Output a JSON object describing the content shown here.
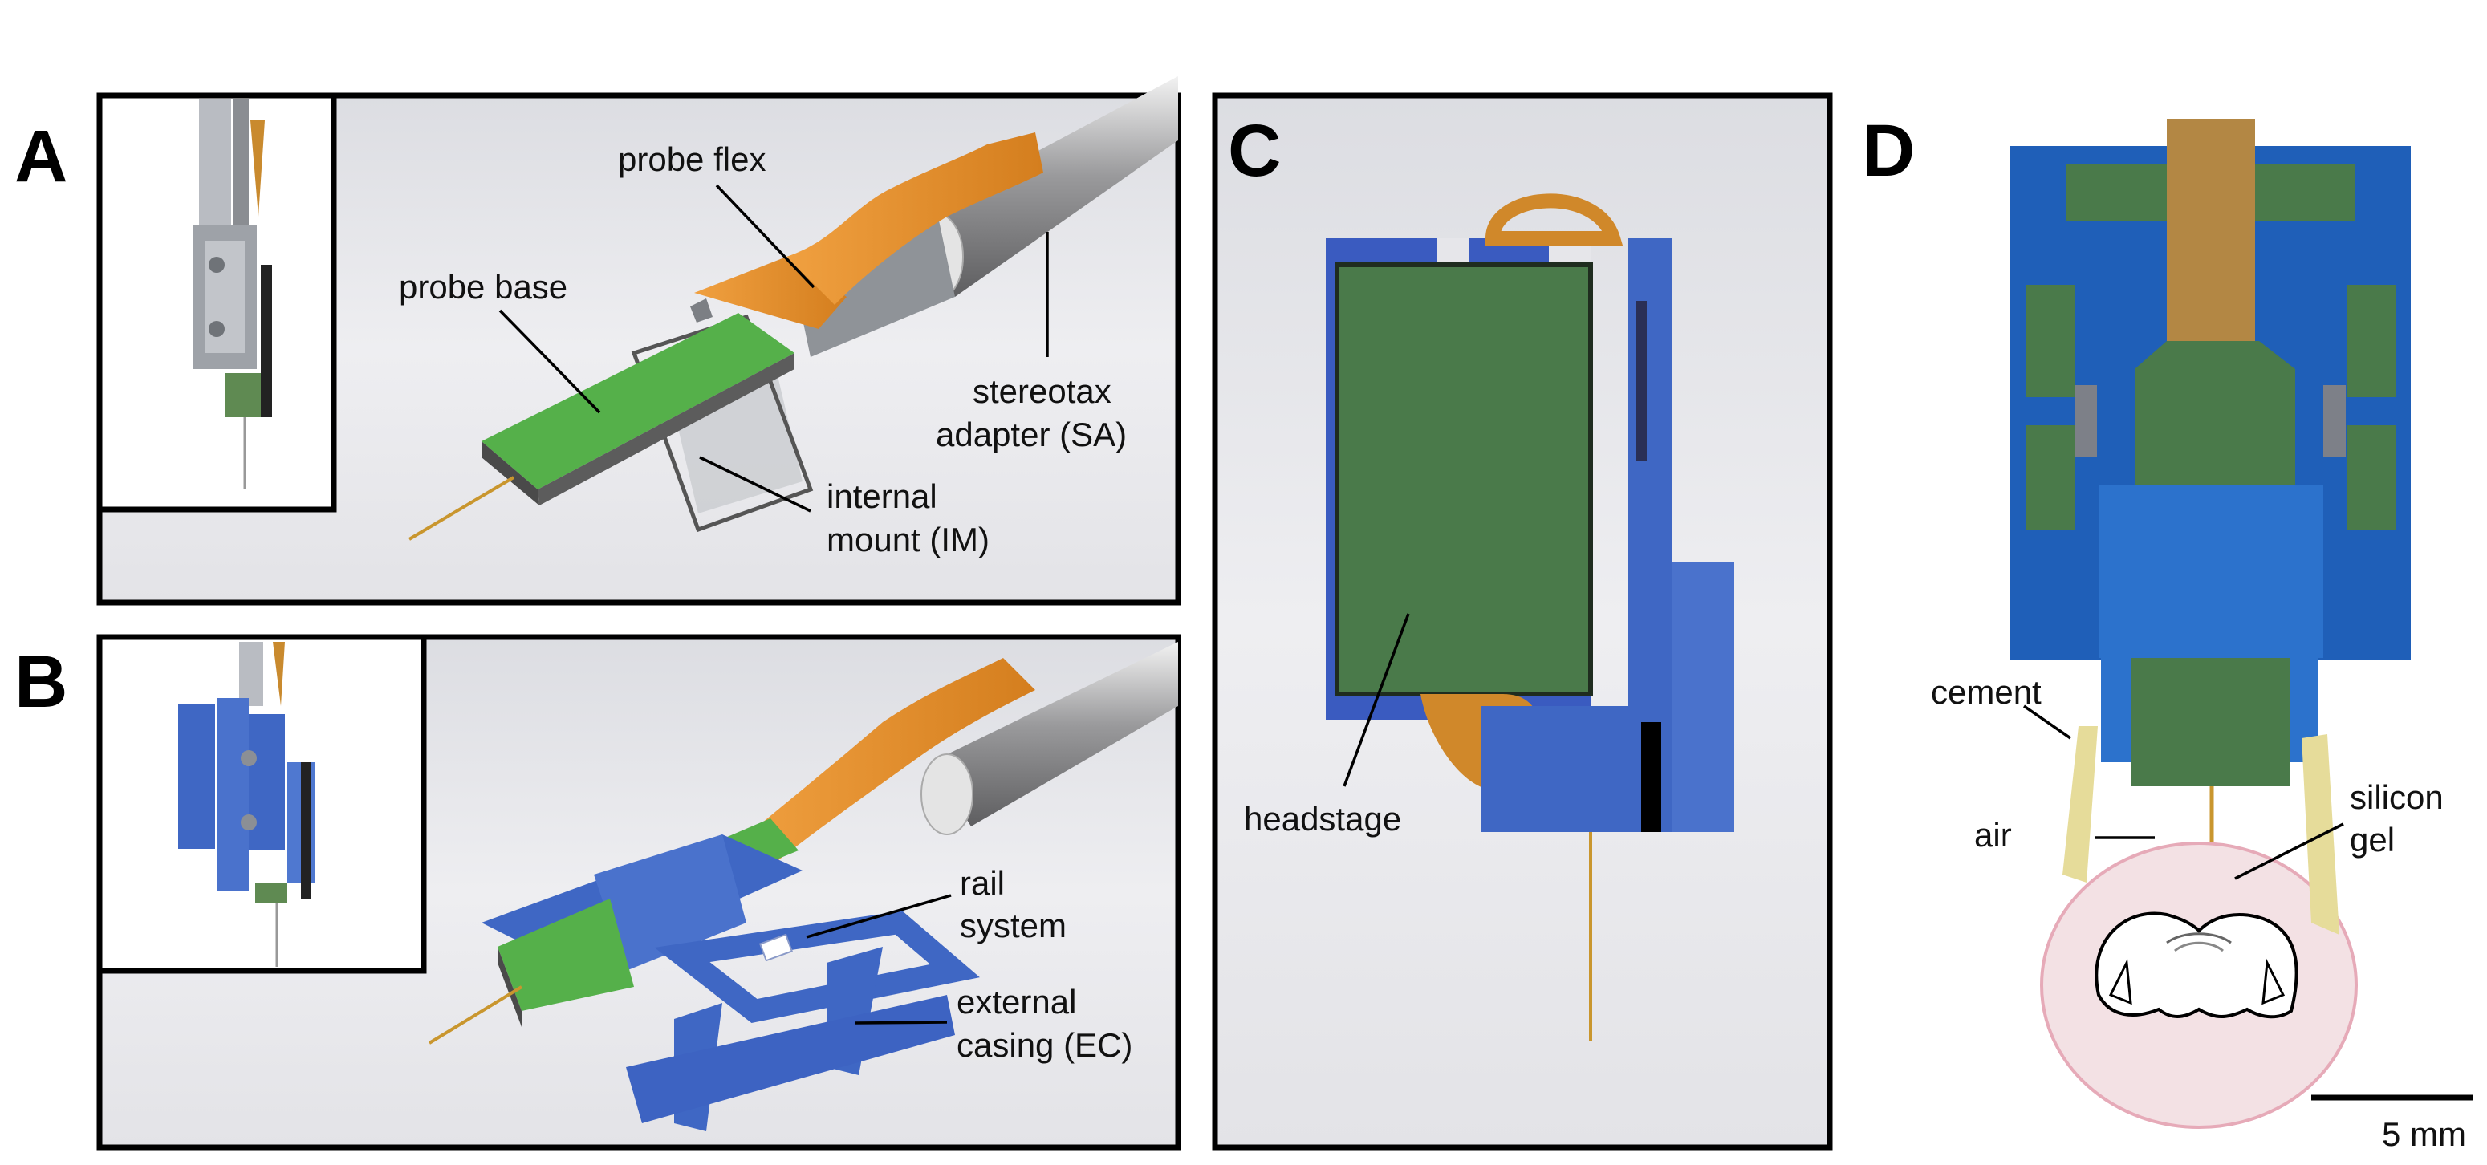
{
  "panels": {
    "a": {
      "letter": "A"
    },
    "b": {
      "letter": "B"
    },
    "c": {
      "letter": "C"
    },
    "d": {
      "letter": "D"
    }
  },
  "labels": {
    "probe_flex": "probe flex",
    "probe_base": "probe base",
    "stereotax_1": "stereotax",
    "stereotax_2": "adapter (SA)",
    "internal_1": "internal",
    "internal_2": "mount (IM)",
    "rail_1": "rail",
    "rail_2": "system",
    "external_1": "external",
    "external_2": "casing (EC)",
    "headstage": "headstage",
    "cement": "cement",
    "air": "air",
    "silicon_1": "silicon",
    "silicon_2": "gel",
    "scale": "5 mm"
  },
  "colors": {
    "probe_green": "#55b04a",
    "pcb_green": "#4a7a4a",
    "flex_orange": "#e8922a",
    "casing_blue": "#3a5bc0",
    "section_blue": "#1f5fb8",
    "brain_pink": "#f3e1e4",
    "gel_yellow": "#e6dc9a"
  }
}
